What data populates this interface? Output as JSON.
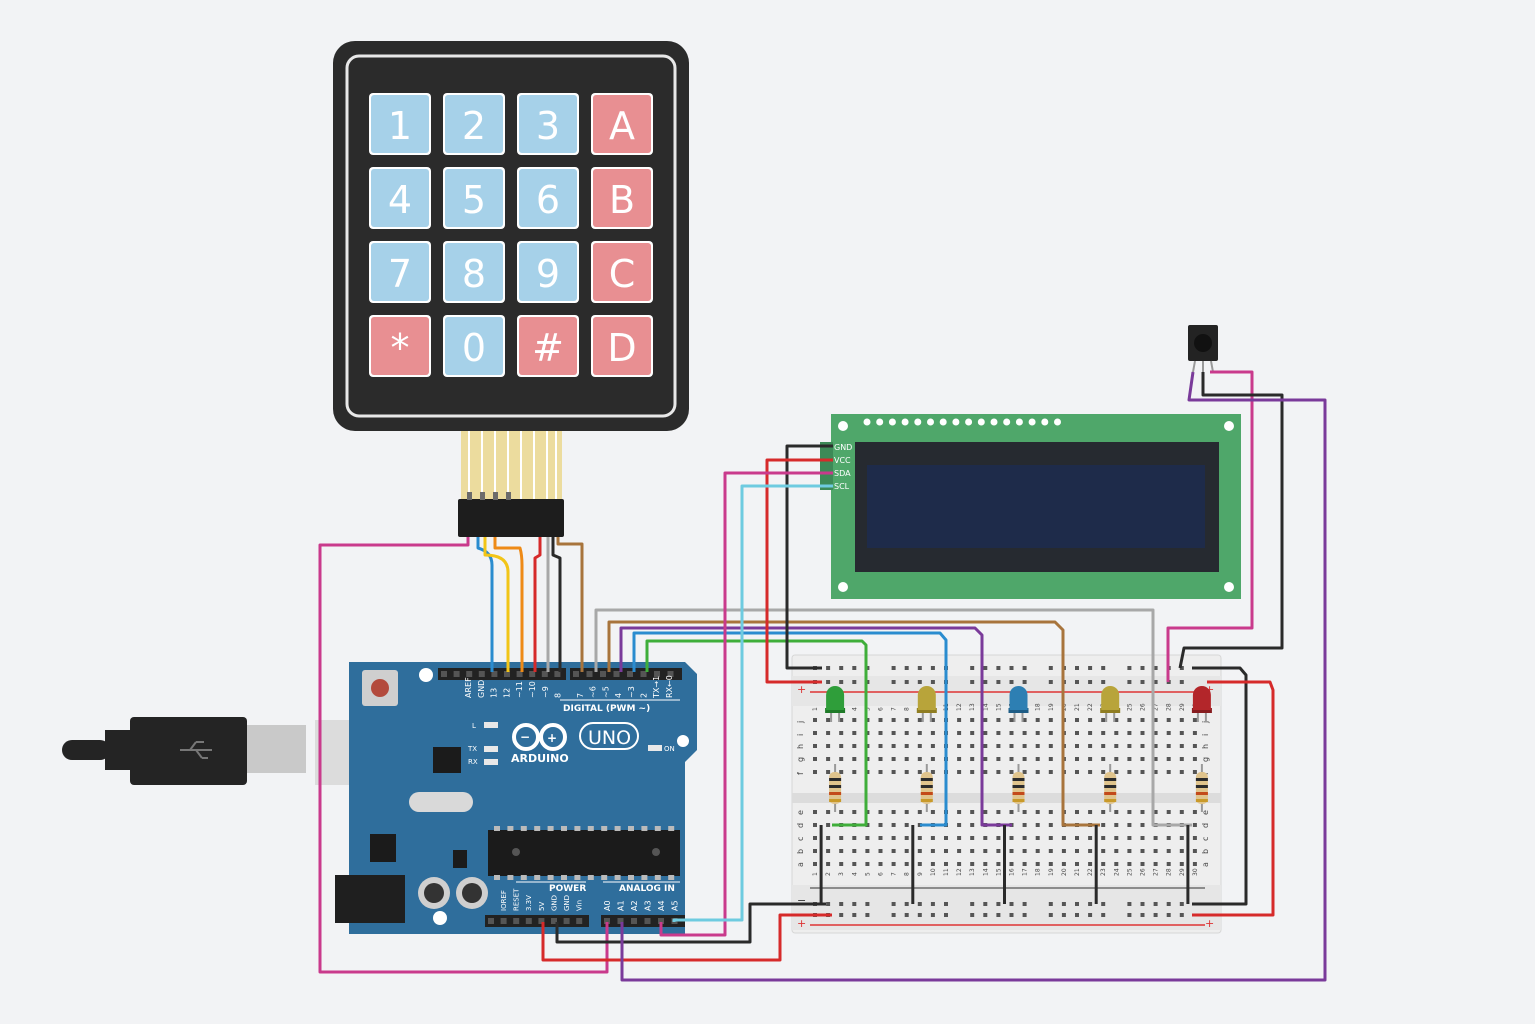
{
  "keypad": {
    "keys": [
      {
        "label": "1",
        "kind": "num"
      },
      {
        "label": "2",
        "kind": "num"
      },
      {
        "label": "3",
        "kind": "num"
      },
      {
        "label": "A",
        "kind": "letter"
      },
      {
        "label": "4",
        "kind": "num"
      },
      {
        "label": "5",
        "kind": "num"
      },
      {
        "label": "6",
        "kind": "num"
      },
      {
        "label": "B",
        "kind": "letter"
      },
      {
        "label": "7",
        "kind": "num"
      },
      {
        "label": "8",
        "kind": "num"
      },
      {
        "label": "9",
        "kind": "num"
      },
      {
        "label": "C",
        "kind": "letter"
      },
      {
        "label": "*",
        "kind": "sym"
      },
      {
        "label": "0",
        "kind": "num"
      },
      {
        "label": "#",
        "kind": "sym"
      },
      {
        "label": "D",
        "kind": "letter"
      }
    ]
  },
  "lcd": {
    "pins": [
      "GND",
      "VCC",
      "SDA",
      "SCL"
    ]
  },
  "arduino": {
    "brand": "ARDUINO",
    "model": "UNO",
    "digital_label": "DIGITAL (PWM ~)",
    "power_label": "POWER",
    "analog_label": "ANALOG IN",
    "digital_pins": [
      "AREF",
      "GND",
      "13",
      "12",
      "~11",
      "~10",
      "~9",
      "8",
      "7",
      "~6",
      "~5",
      "4",
      "~3",
      "2",
      "TX→1",
      "RX←0"
    ],
    "power_pins": [
      "IOREF",
      "RESET",
      "3.3V",
      "5V",
      "GND",
      "GND",
      "Vin"
    ],
    "analog_pins": [
      "A0",
      "A1",
      "A2",
      "A3",
      "A4",
      "A5"
    ],
    "led_labels": [
      "L",
      "TX",
      "RX",
      "ON"
    ]
  },
  "breadboard": {
    "row_letters_top": [
      "j",
      "i",
      "h",
      "g",
      "f"
    ],
    "row_letters_bottom": [
      "e",
      "d",
      "c",
      "b",
      "a"
    ],
    "columns": [
      "1",
      "2",
      "3",
      "4",
      "5",
      "6",
      "7",
      "8",
      "9",
      "10",
      "11",
      "12",
      "13",
      "14",
      "15",
      "16",
      "17",
      "18",
      "19",
      "20",
      "21",
      "22",
      "23",
      "24",
      "25",
      "26",
      "27",
      "28",
      "29",
      "30"
    ],
    "rail_plus": "+",
    "rail_minus": "−"
  },
  "colors": {
    "background": "#f2f3f5",
    "arduino_board": "#2f6e9c",
    "lcd_board": "#4fa76a",
    "lcd_screen": "#1e2b4a",
    "key_blue": "#a6d1e9",
    "key_red": "#e88f92",
    "wire_red": "#d62a2a",
    "wire_black": "#2a2a2a",
    "wire_magenta": "#c93a8c",
    "wire_purple": "#7a3a9a",
    "wire_blue": "#2a8ccf",
    "wire_yellow": "#f2c518",
    "wire_orange": "#ee8a16",
    "wire_grey": "#a8a8a8",
    "wire_brown": "#a8743c",
    "wire_green": "#3fae3a",
    "wire_cyan": "#6ecbe0"
  },
  "leds": [
    "green",
    "olive",
    "blue",
    "olive",
    "red"
  ],
  "icons": [
    "usb-plug-icon",
    "usb-symbol-icon",
    "arduino-infinity-icon"
  ]
}
